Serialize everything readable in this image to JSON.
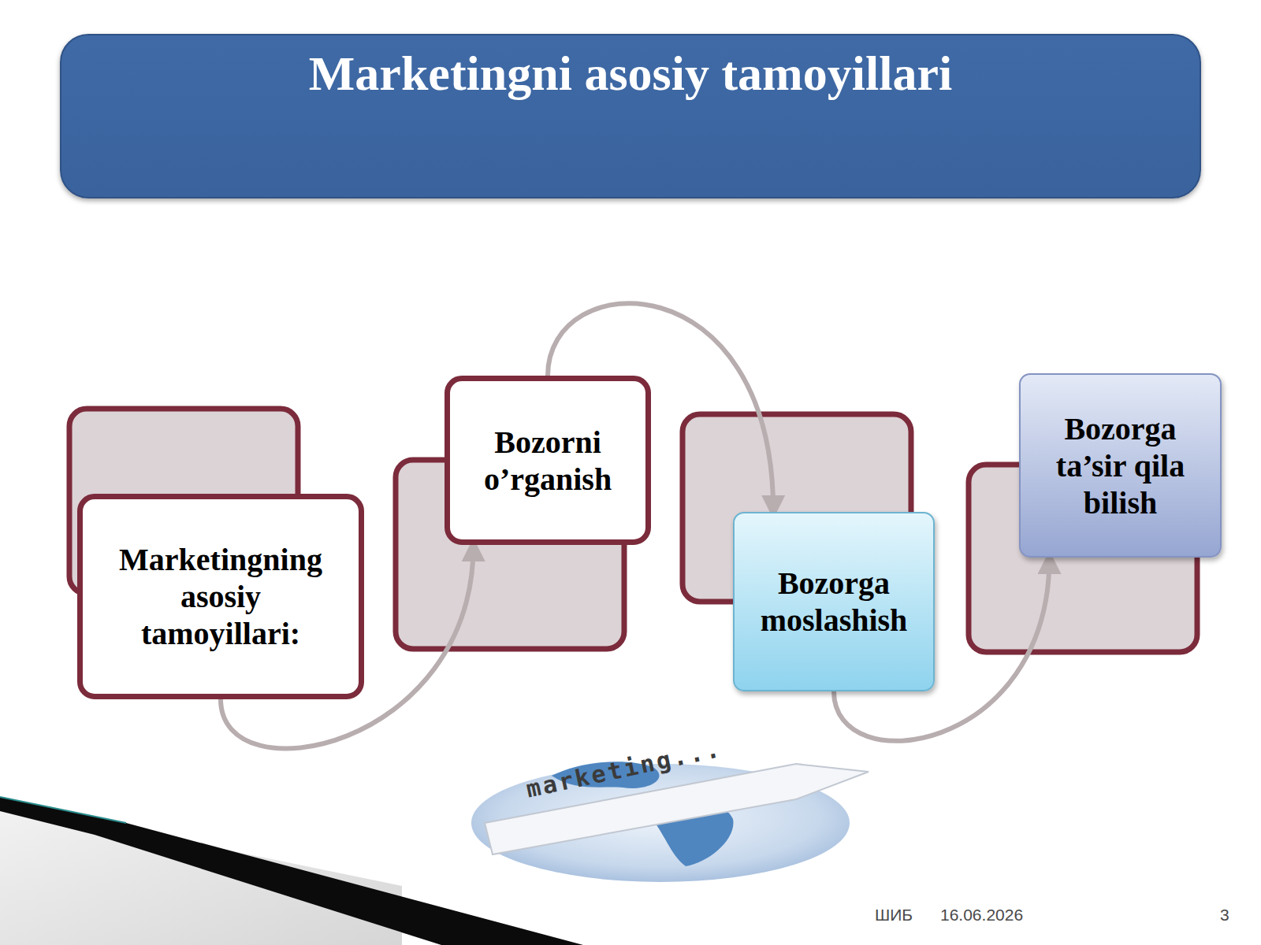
{
  "diagram": {
    "title": "Marketingni asosiy tamoyillari",
    "nodes": [
      {
        "text": [
          "Marketingning asosiy tamoyillari:"
        ]
      },
      {
        "text": [
          "Bozorni o’rganish"
        ]
      },
      {
        "text": [
          "Bozorga moslashish"
        ]
      },
      {
        "text": [
          "Bozorga ta’sir qila bilish"
        ]
      }
    ],
    "edges": [
      {
        "from": 0,
        "to": 1,
        "arrow": "to"
      },
      {
        "from": 1,
        "to": 2,
        "arrow": "to"
      },
      {
        "from": 2,
        "to": 3,
        "arrow": "to"
      }
    ],
    "labels": [
      "marketing...",
      "ШИБ",
      "16.06.2026",
      "3"
    ]
  }
}
